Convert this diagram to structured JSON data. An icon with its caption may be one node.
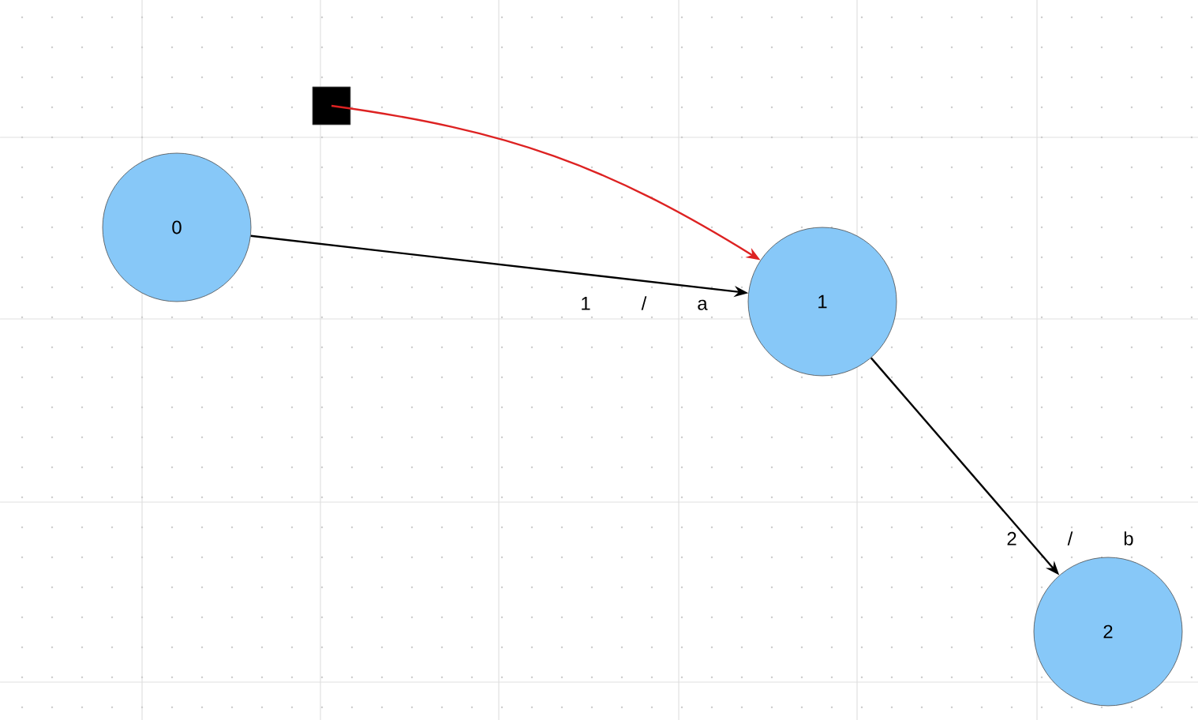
{
  "diagram": {
    "nodes": [
      {
        "text": [
          "0"
        ]
      },
      {
        "text": [
          "1"
        ]
      },
      {
        "text": [
          "2"
        ]
      },
      {
        "text": [],
        "shape": "box"
      }
    ],
    "edges": [
      {
        "from": 0,
        "to": 1,
        "arrow": "to",
        "label": "1 / a"
      },
      {
        "from": 3,
        "to": 1,
        "arrow": "to",
        "color": "#dd2222"
      },
      {
        "from": 1,
        "to": 2,
        "arrow": "to",
        "label": "2 / b"
      }
    ]
  }
}
